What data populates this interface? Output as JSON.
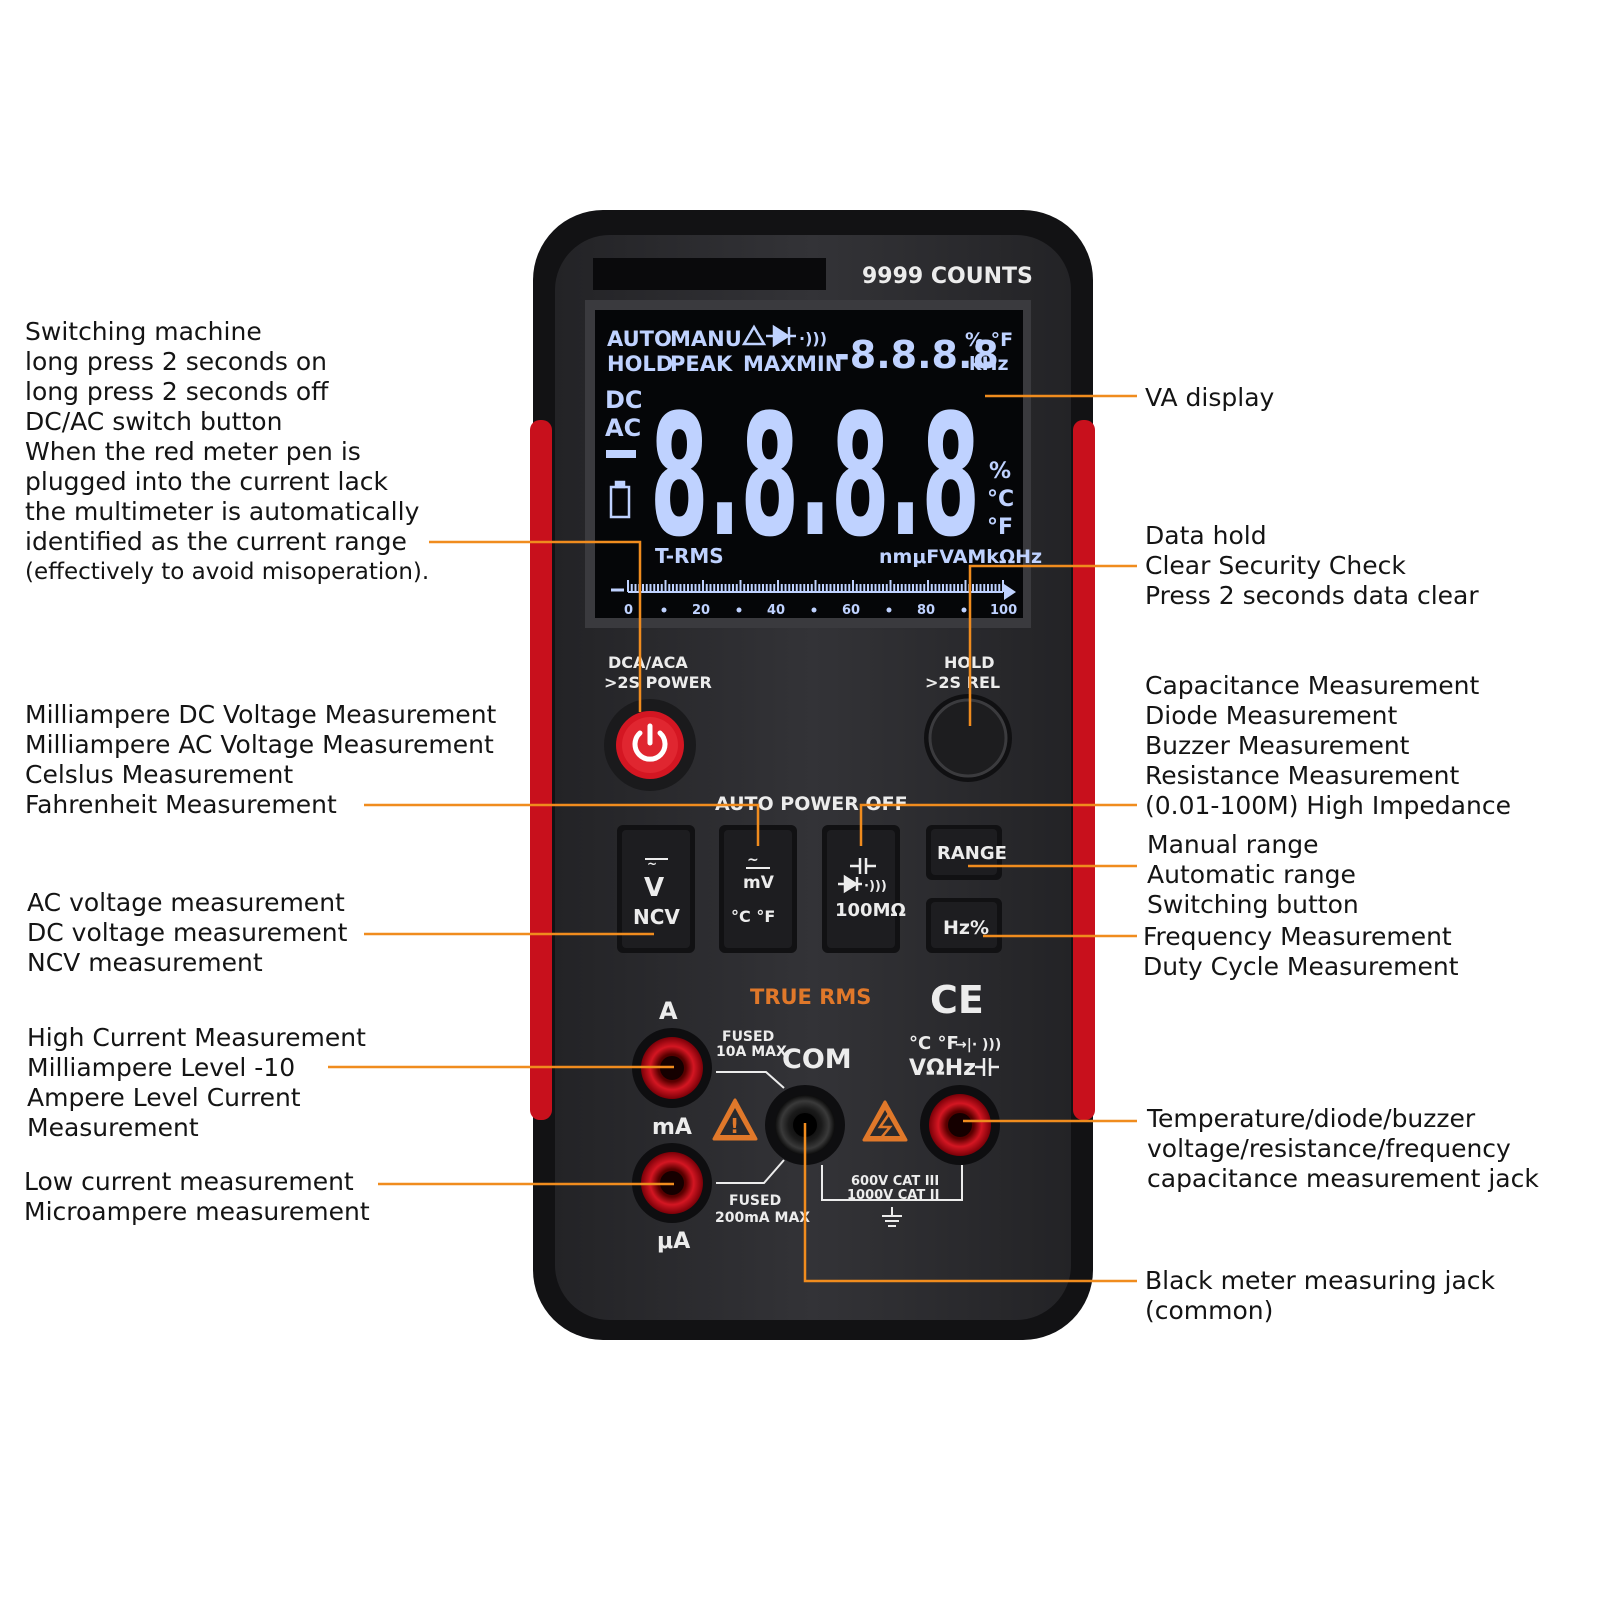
{
  "meter": {
    "counts_label": "9999 COUNTS",
    "lcd": {
      "auto": "AUTO",
      "manu": "MANU",
      "hold": "HOLD",
      "peak": "PEAK",
      "max": "MAX",
      "min": "MIN",
      "small_digits": "-8.8.8.8",
      "pct_f": "% °F",
      "khz": "kHz",
      "dc": "DC",
      "ac": "AC",
      "main_digits": "8.8.8.8",
      "pct": "%",
      "deg_c": "°C",
      "deg_f": "°F",
      "trms": "T-RMS",
      "units": "nmμFVAMkΩHz",
      "scale": [
        "0",
        "20",
        "40",
        "60",
        "80",
        "100"
      ]
    },
    "power_label_1": "DCA/ACA",
    "power_label_2": ">2S POWER",
    "hold_label_1": "HOLD",
    "hold_label_2": ">2S REL",
    "auto_power_off": "AUTO POWER OFF",
    "btn_v_top": "V",
    "btn_v_bottom": "NCV",
    "btn_mv_top": "mV",
    "btn_mv_bottom": "°C °F",
    "btn_cap_bottom": "100MΩ",
    "btn_range": "RANGE",
    "btn_hz": "Hz%",
    "true_rms": "TRUE RMS",
    "ce": "CE",
    "jack_a": "A",
    "jack_ma": "mA",
    "jack_ua": "μA",
    "fused_10a_1": "FUSED",
    "fused_10a_2": "10A MAX",
    "com": "COM",
    "v_jack_1": "°C °F",
    "v_jack_2": "VΩHz",
    "fused_200ma_1": "FUSED",
    "fused_200ma_2": "200mA MAX",
    "cat_1": "600V  CAT III",
    "cat_2": "1000V  CAT II"
  },
  "callouts": {
    "power": [
      "Switching machine",
      "long press 2 seconds on",
      "long press 2 seconds off",
      "DC/AC switch button",
      "When the red meter pen is",
      "plugged into the current lack",
      "the multimeter is automatically",
      "identified as the current range",
      "(effectively to avoid misoperation)."
    ],
    "mv": [
      "Milliampere DC Voltage Measurement",
      "Milliampere AC Voltage Measurement",
      "Celslus Measurement",
      "Fahrenheit Measurement"
    ],
    "ncv": [
      "AC voltage measurement",
      "DC voltage measurement",
      "NCV measurement"
    ],
    "a": [
      "High Current Measurement",
      "Milliampere Level -10",
      "Ampere Level Current",
      "Measurement"
    ],
    "ua": [
      "Low current measurement",
      "Microampere measurement"
    ],
    "va": [
      "VA display"
    ],
    "hold": [
      "Data hold",
      "Clear Security Check",
      "Press 2 seconds data clear"
    ],
    "cap": [
      "Capacitance Measurement",
      "Diode Measurement",
      "Buzzer Measurement",
      "Resistance Measurement",
      "(0.01-100M) High Impedance"
    ],
    "range": [
      "Manual range",
      "Automatic range",
      "Switching button"
    ],
    "hz": [
      "Frequency Measurement",
      "Duty Cycle Measurement"
    ],
    "v": [
      "Temperature/diode/buzzer",
      "voltage/resistance/frequency",
      "capacitance measurement jack"
    ],
    "com": [
      "Black meter measuring jack",
      "(common)"
    ]
  },
  "colors": {
    "leader": "#f08c1e",
    "body": "#2a2a2d",
    "bumper": "#111113",
    "red_accent": "#c8101c",
    "lcd_bg": "#050608",
    "lcd_text": "#bfd2ff",
    "orange_text": "#e0782a"
  }
}
